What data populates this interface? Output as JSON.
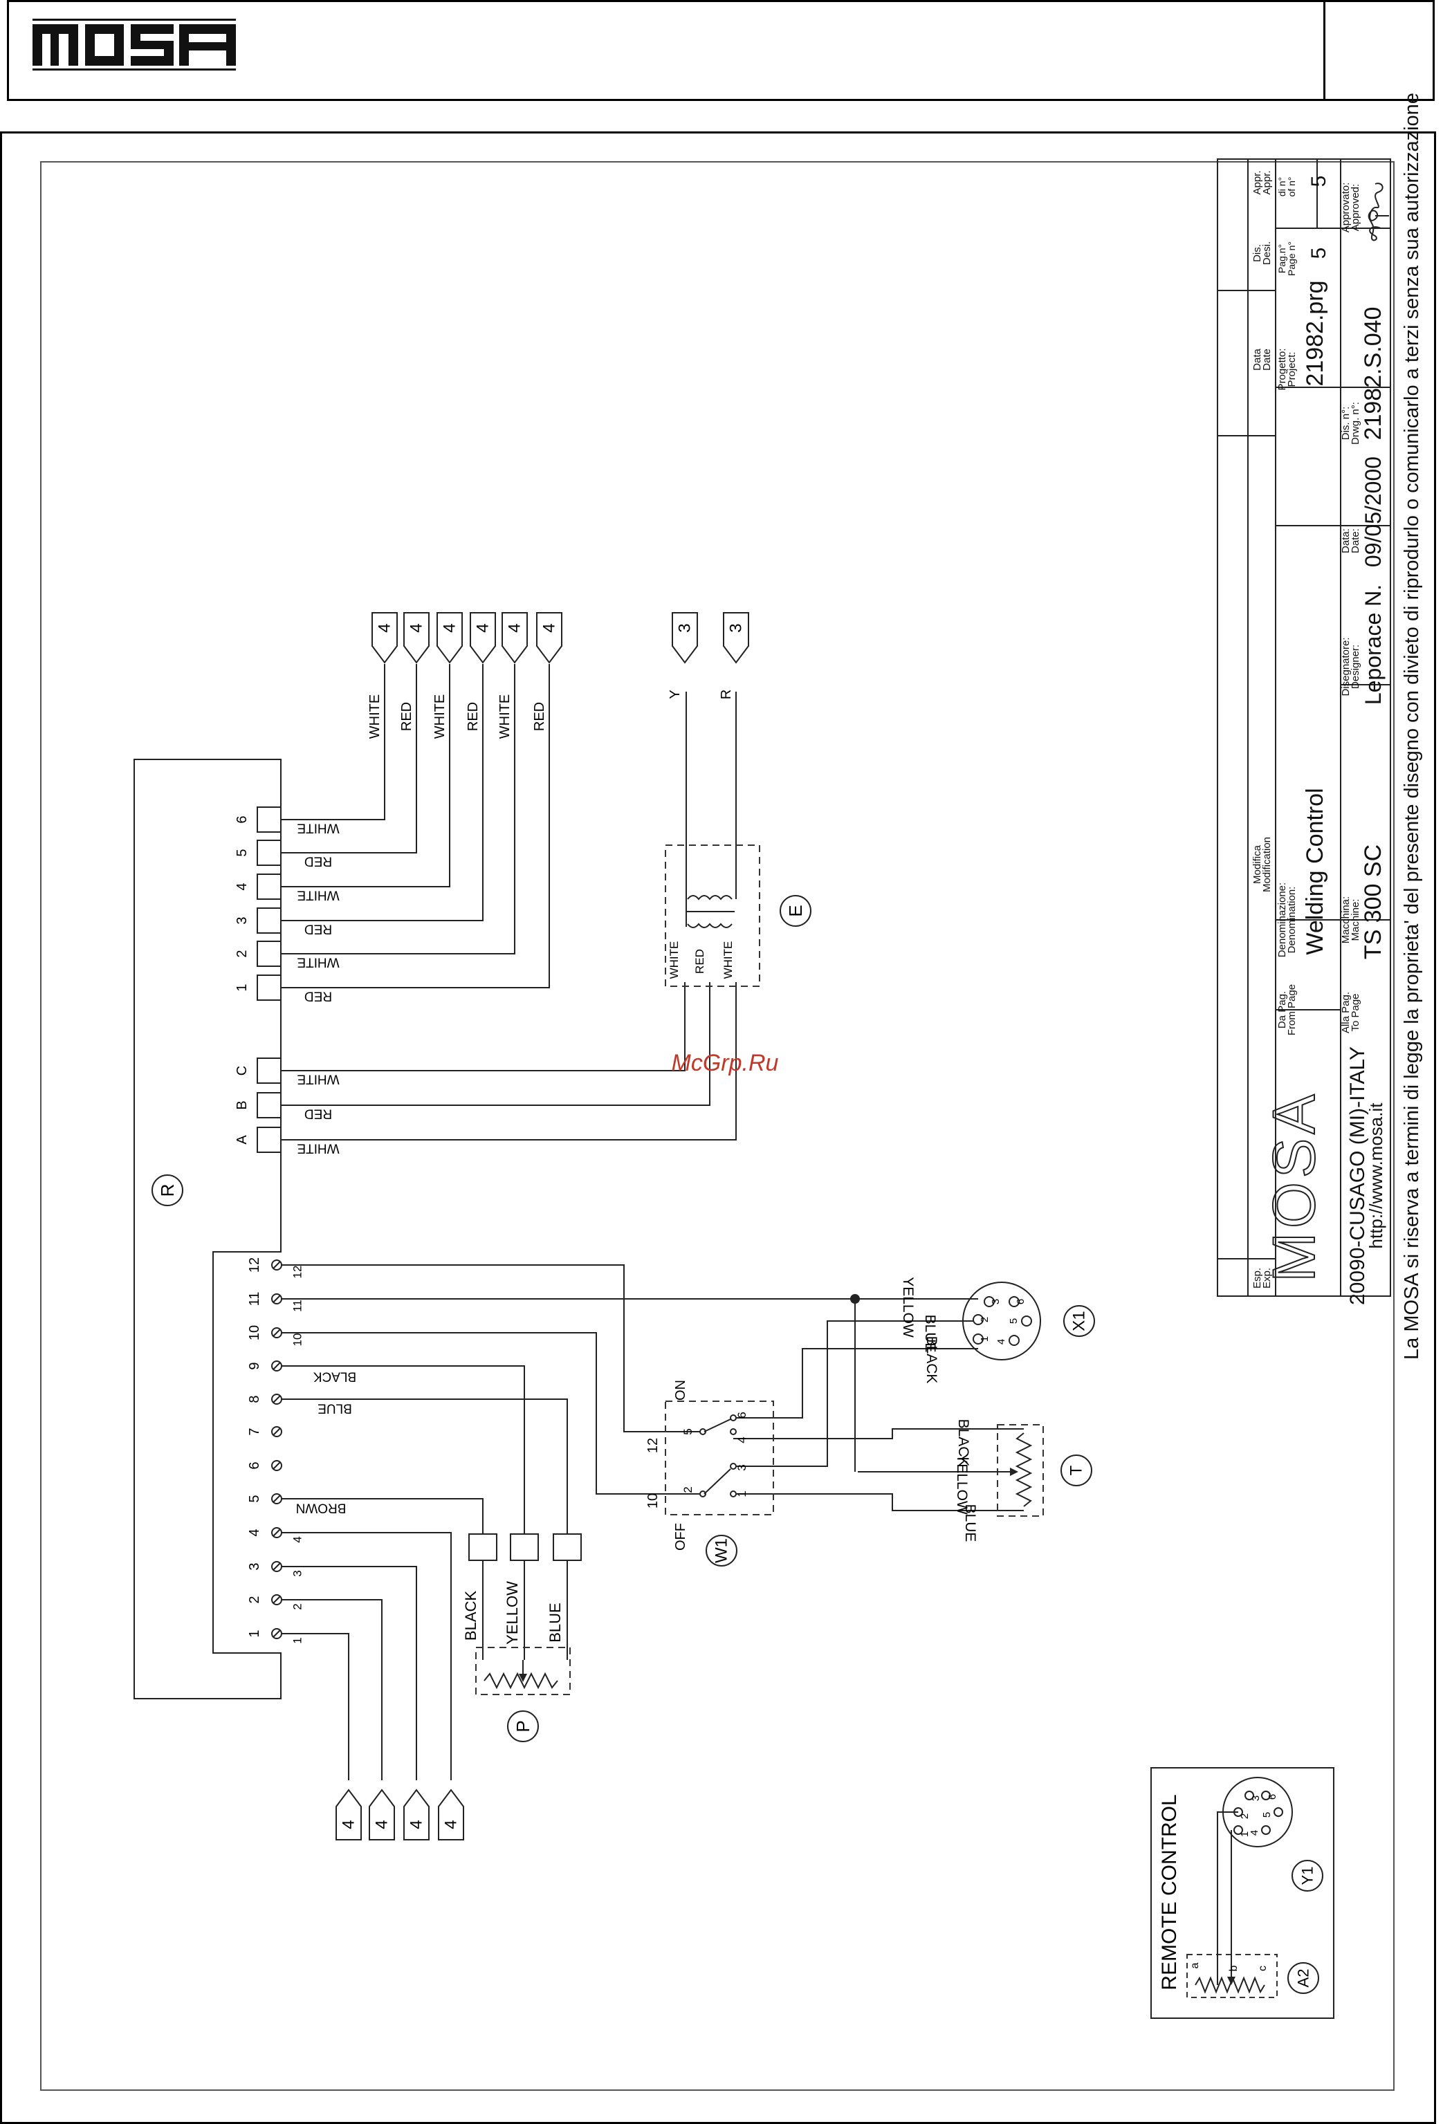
{
  "brand": {
    "logo_text": "MOSA"
  },
  "connectors_top": [
    "4",
    "4",
    "4",
    "4",
    "4",
    "4"
  ],
  "connectors_top_labels": [
    "WHITE",
    "RED",
    "WHITE",
    "RED",
    "WHITE",
    "RED"
  ],
  "connectors_y": [
    "3",
    "3"
  ],
  "connectors_y_labels": [
    "Y",
    "R"
  ],
  "connectors_bottom": [
    "4",
    "4",
    "4",
    "4"
  ],
  "block_R": {
    "id": "R",
    "top_terminals": [
      "6",
      "5",
      "4",
      "3",
      "2",
      "1",
      "C",
      "B",
      "A"
    ],
    "top_wires": [
      "WHITE",
      "RED",
      "WHITE",
      "RED",
      "WHITE",
      "RED",
      "WHITE",
      "RED",
      "WHITE"
    ],
    "bottom_terminals": [
      "12",
      "11",
      "10",
      "9",
      "8",
      "7",
      "6",
      "5",
      "4",
      "3",
      "2",
      "1"
    ],
    "bottom_inner_labels": [
      "12",
      "11",
      "10",
      "4",
      "3",
      "2",
      "1"
    ],
    "bottom_wires": [
      "BLACK",
      "BLUE",
      "BROWN"
    ]
  },
  "transformer": {
    "id": "E",
    "wires": [
      "WHITE",
      "RED",
      "WHITE"
    ]
  },
  "pot_P": {
    "id": "P",
    "wires": [
      "BLACK",
      "YELLOW",
      "BLUE"
    ]
  },
  "switch_W1": {
    "id": "W1",
    "on": "ON",
    "off": "OFF",
    "pins": [
      "6",
      "5",
      "4",
      "3",
      "2",
      "1"
    ],
    "in_labels": [
      "12",
      "10"
    ]
  },
  "socket_X1": {
    "id": "X1",
    "wires": [
      "YELLOW",
      "BLUE",
      "BLACK"
    ],
    "pins": [
      "1",
      "2",
      "3",
      "4",
      "5",
      "6"
    ]
  },
  "pot_T": {
    "id": "T",
    "wires": [
      "BLACK",
      "YELLOW",
      "BLUE"
    ]
  },
  "watermark": "McGrp.Ru",
  "remote": {
    "title": "REMOTE CONTROL",
    "ids": [
      "Y1",
      "A2"
    ],
    "pins": [
      "1",
      "2",
      "3",
      "4",
      "5",
      "6"
    ],
    "abc": [
      "a",
      "b",
      "c"
    ]
  },
  "title_block": {
    "esp": "Esp.",
    "esp_en": "Exp.",
    "modifica": "Modifica",
    "modifica_en": "Modification",
    "data": "Data",
    "data_en": "Date",
    "dis": "Dis.",
    "dis_en": "Desi.",
    "appr": "Appr.",
    "appr_en": "Appr.",
    "company_logo": "MOSA",
    "company_address": "20090-CUSAGO (MI)-ITALY",
    "company_web": "http://www.mosa.it",
    "from_page_label": "Da Pag.",
    "from_page_label_en": "From Page",
    "to_page_label": "Alla Pag.",
    "to_page_label_en": "To Page",
    "denom_label": "Denominazione:",
    "denom_label_en": "Denomination:",
    "denom_value": "Welding Control",
    "machine_label": "Macchina:",
    "machine_label_en": "Machine:",
    "machine_value": "TS 300 SC",
    "designer_label": "Disegnatore:",
    "designer_label_en": "Designer:",
    "designer_value": "Leporace N.",
    "date_label": "Data:",
    "date_label_en": "Date:",
    "date_value": "09/05/2000",
    "project_label": "Progetto:",
    "project_label_en": "Project:",
    "project_value": "21982.prg",
    "drawing_label": "Dis. n°:",
    "drawing_label_en": "Drwg. n°:",
    "drawing_value": "21982.S.040",
    "page_label": "Pag.n°",
    "page_label_en": "Page n°",
    "page_value": "5",
    "of_label": "di n°",
    "of_label_en": "of n°",
    "of_value": "5",
    "approved_label": "Approvato:",
    "approved_label_en": "Approved:",
    "notice": "La MOSA si riserva a termini di legge la proprieta' del presente disegno con divieto di riprodurlo o comunicarlo a terzi senza sua autorizzazione"
  }
}
